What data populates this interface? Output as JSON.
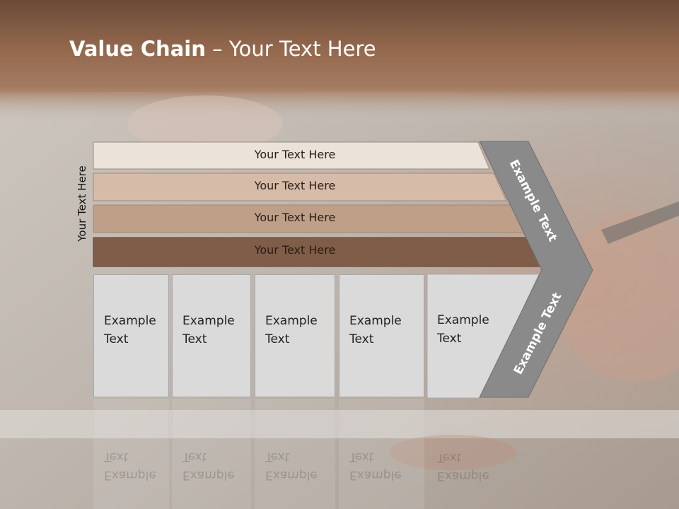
{
  "slide": {
    "title_bold": "Value Chain",
    "title_rest": " – Your Text Here",
    "side_label": "Your Text Here"
  },
  "bands": [
    {
      "label": "Your Text Here",
      "color": "#ebe2da"
    },
    {
      "label": "Your Text Here",
      "color": "#d7bba9"
    },
    {
      "label": "Your Text Here",
      "color": "#bf9f87"
    },
    {
      "label": "Your Text Here",
      "color": "#7f5d48"
    }
  ],
  "boxes": [
    {
      "text": "Example\nText"
    },
    {
      "text": "Example\nText"
    },
    {
      "text": "Example\nText"
    },
    {
      "text": "Example\nText"
    },
    {
      "text": "Example\nText"
    }
  ],
  "arrow": {
    "upper_label": "Example Text",
    "lower_label": "Example Text",
    "color": "#8a8a8a"
  }
}
